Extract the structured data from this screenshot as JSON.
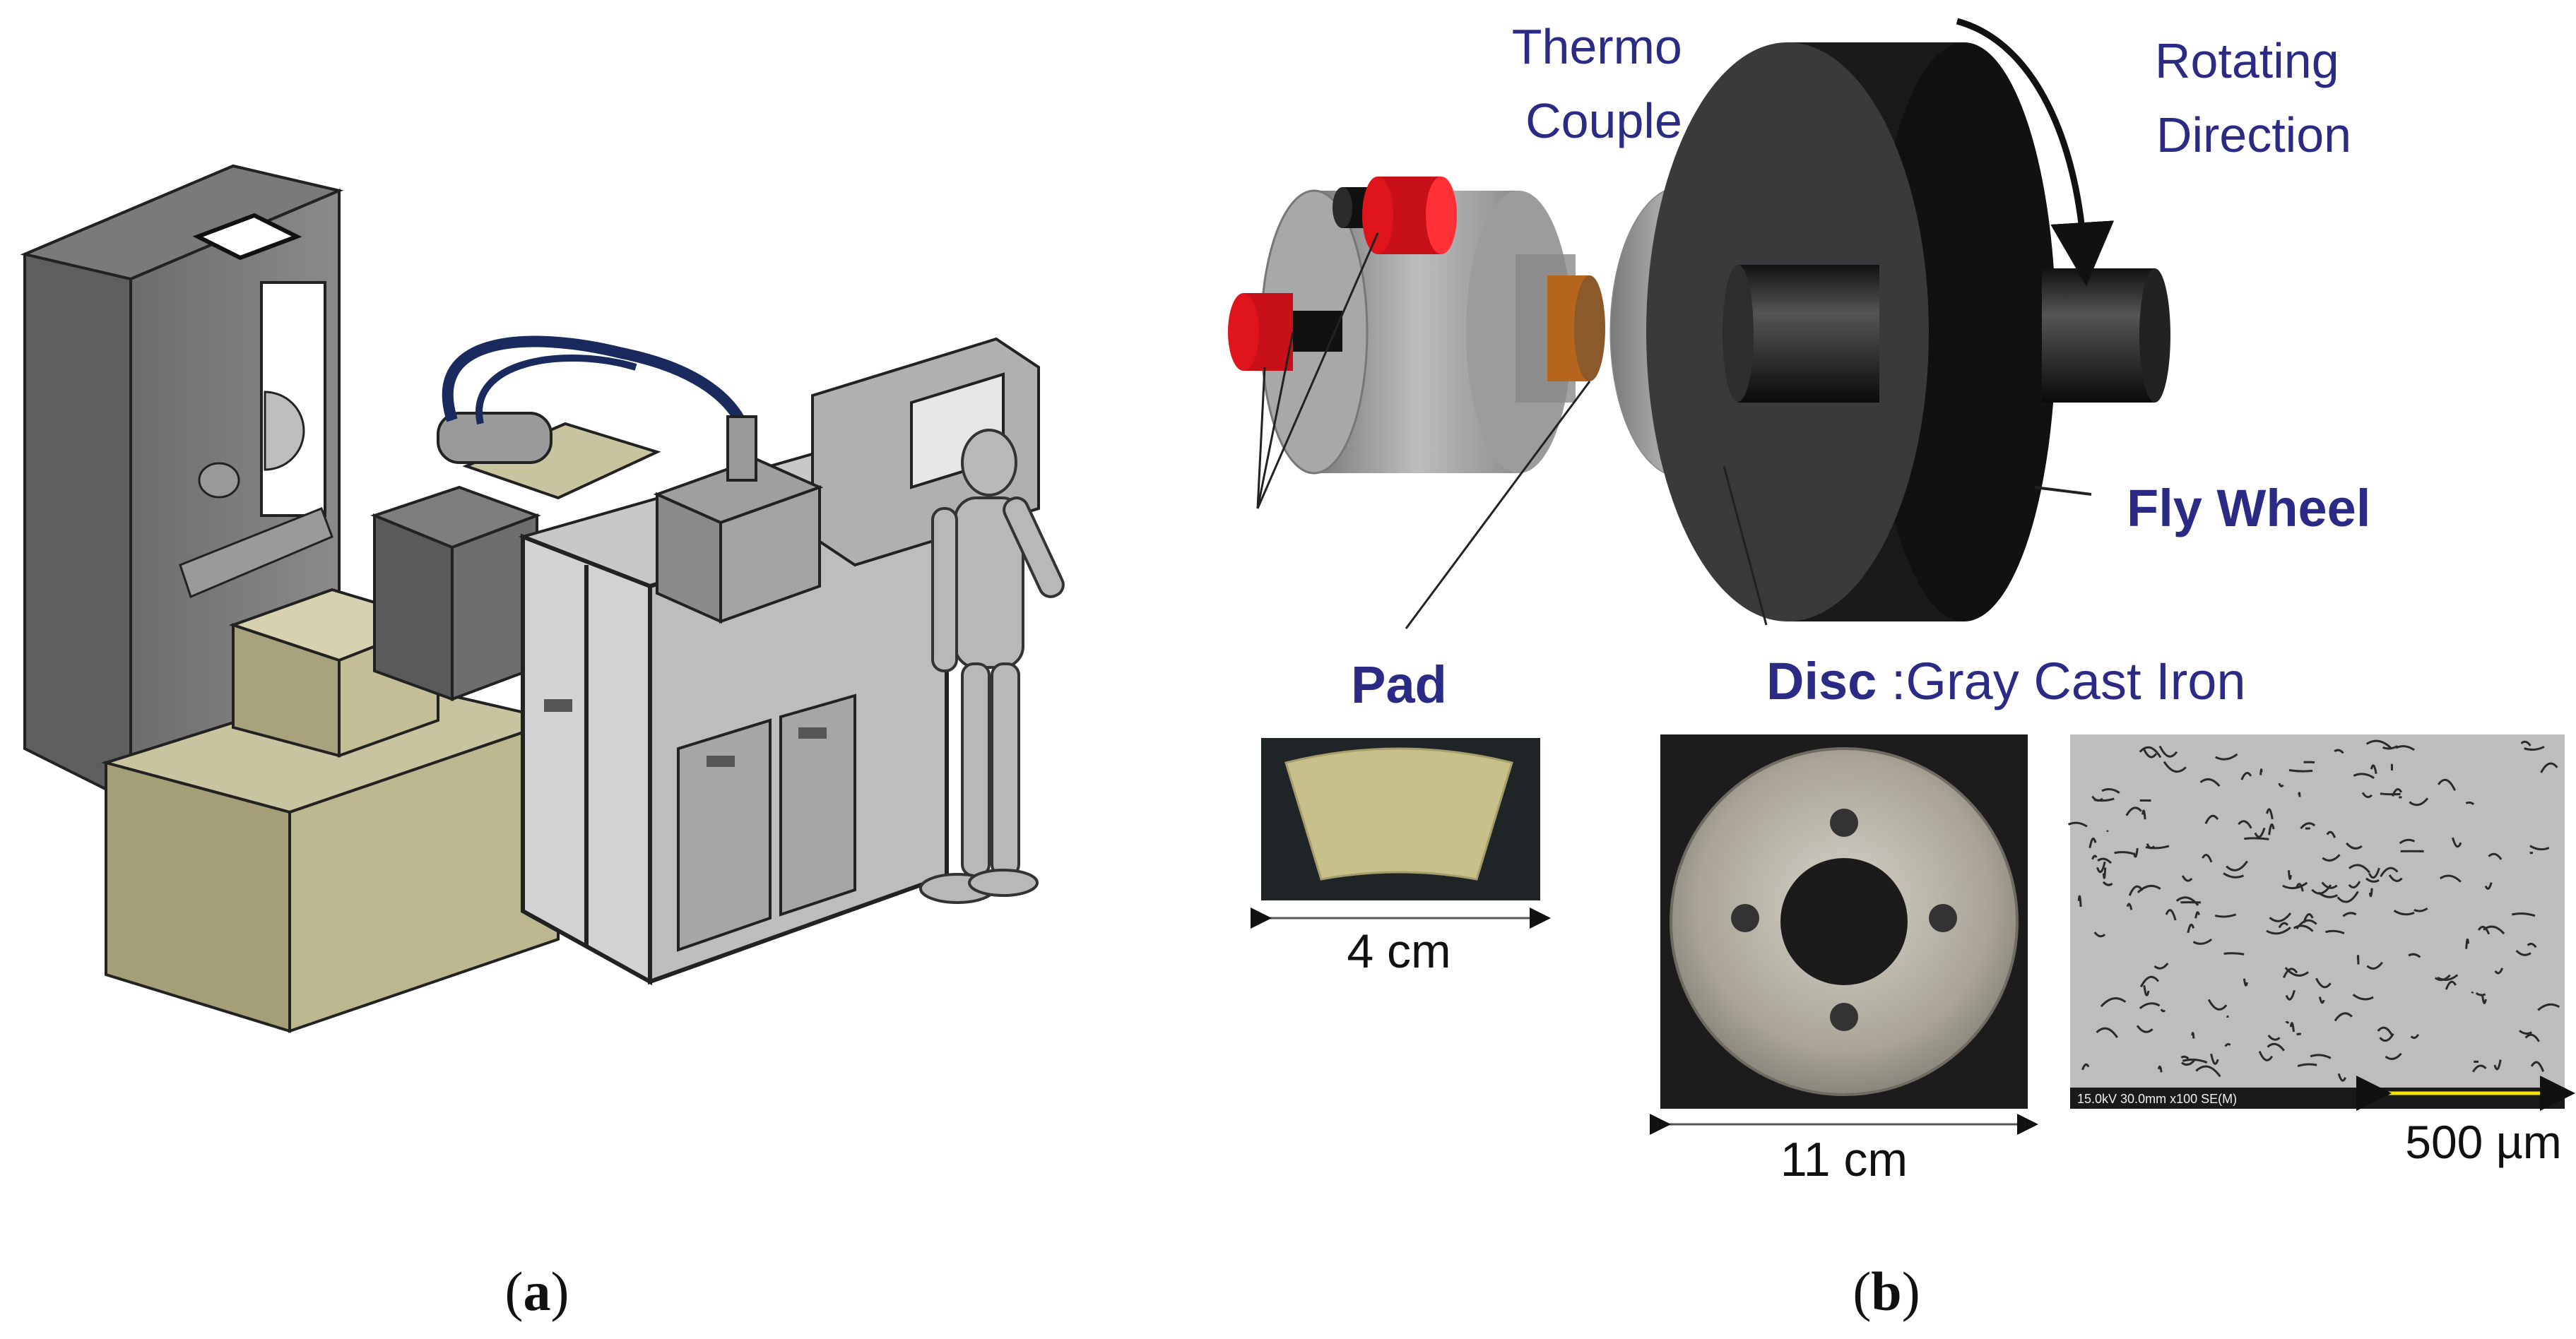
{
  "panel_a": {
    "caption": "(a)"
  },
  "panel_b": {
    "caption": "(b)",
    "labels": {
      "thermo_line1": "Thermo",
      "thermo_line2": "Couple",
      "rotating_line1": "Rotating",
      "rotating_line2": "Direction",
      "fly_wheel": "Fly Wheel",
      "pad": "Pad",
      "disc": "Disc",
      "disc_material": " :Gray Cast Iron"
    },
    "dimensions": {
      "pad_width": "4 cm",
      "disc_width": "11 cm",
      "micro_scale": "500 µm"
    },
    "sem_caption": "15.0kV 30.0mm x100 SE(M)"
  },
  "colors": {
    "label_blue": "#2b2b86",
    "fly_wheel": "#3a3a3c",
    "pad_red": "#e0141b",
    "pad_material": "#c8c08a",
    "disc_copper": "#c98d5a",
    "scale_yellow": "#f2e400"
  }
}
